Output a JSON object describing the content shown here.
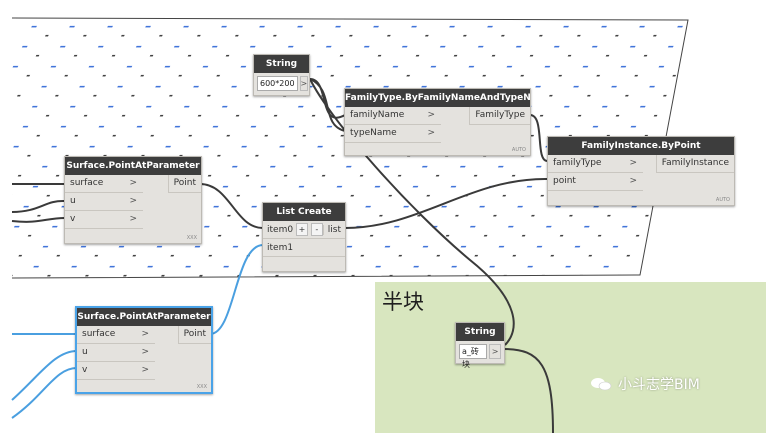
{
  "group": {
    "label": "半块"
  },
  "watermark": {
    "text": "小斗志学BIM"
  },
  "colors": {
    "group_background": "#d8e6bf",
    "selected_wire": "#4a9fe0",
    "title_bar": "#3d3d3d"
  },
  "nodes": {
    "string_size": {
      "title": "String",
      "value": "600*200",
      "out": ">"
    },
    "family_type": {
      "title": "FamilyType.ByFamilyNameAndTypeName",
      "inputs": [
        "familyName",
        "typeName"
      ],
      "output": "FamilyType",
      "lacing": "AUTO"
    },
    "family_instance": {
      "title": "FamilyInstance.ByPoint",
      "inputs": [
        "familyType",
        "point"
      ],
      "output": "FamilyInstance",
      "lacing": "AUTO"
    },
    "surface_pt_1": {
      "title": "Surface.PointAtParameter",
      "inputs": [
        "surface",
        "u",
        "v"
      ],
      "output": "Point",
      "lacing": "XXX"
    },
    "list_create": {
      "title": "List Create",
      "item0": "item0",
      "item1": "item1",
      "add": "+",
      "remove": "-",
      "output": "list"
    },
    "surface_pt_2": {
      "title": "Surface.PointAtParameter",
      "inputs": [
        "surface",
        "u",
        "v"
      ],
      "output": "Point",
      "lacing": "XXX"
    },
    "string_brick": {
      "title": "String",
      "value": "a_砖块",
      "out": ">"
    }
  },
  "arrow_glyph": ">"
}
